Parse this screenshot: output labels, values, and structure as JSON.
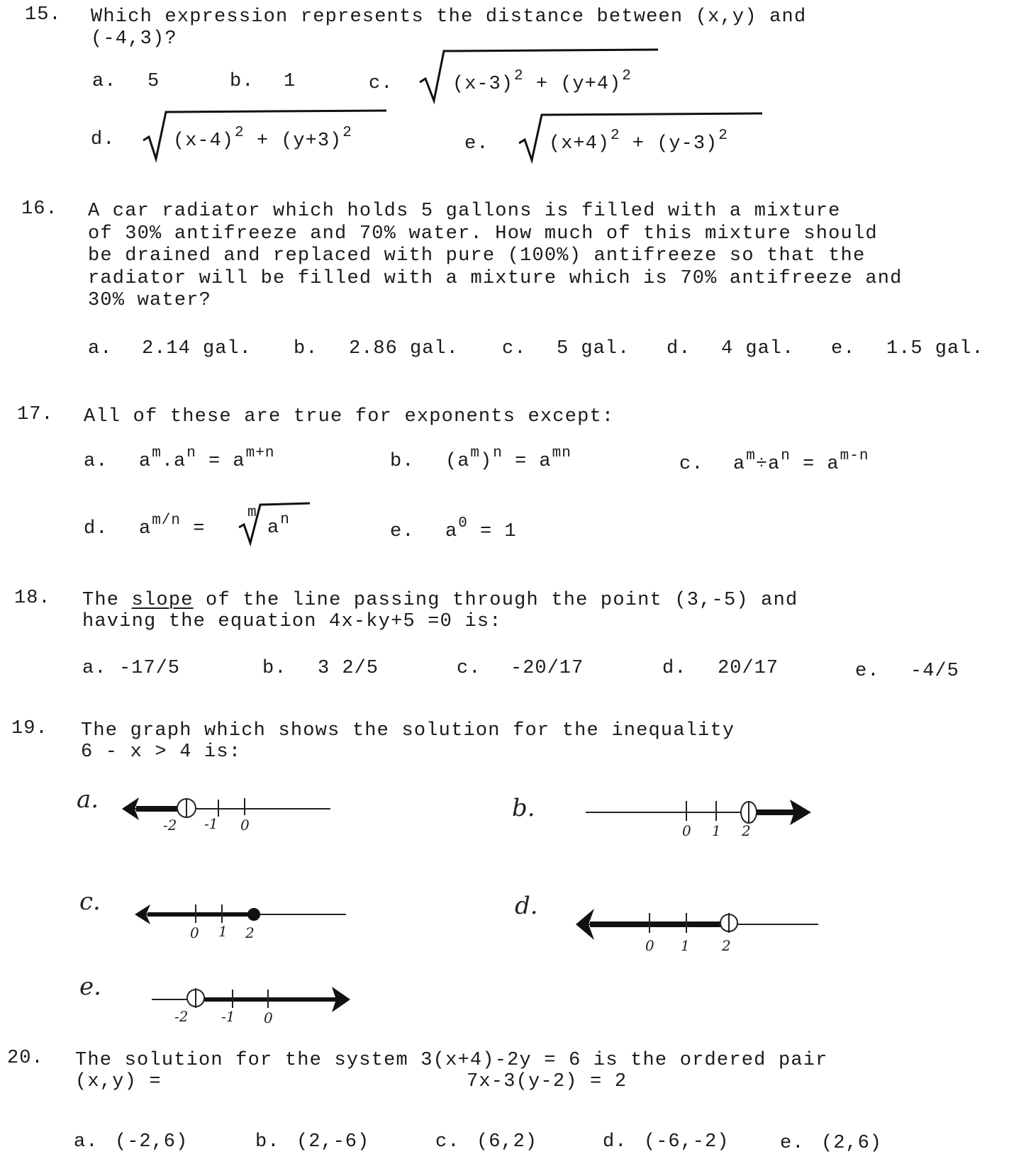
{
  "q15": {
    "number": "15.",
    "line1": "Which expression represents the distance between (x,y) and",
    "line2": "(-4,3)?",
    "a_label": "a.",
    "a_text": "5",
    "b_label": "b.",
    "b_text": "1",
    "c_label": "c.",
    "c_t1": "(x-3)",
    "c_e1": "2",
    "c_t2": " + (y+4)",
    "c_e2": "2",
    "d_label": "d.",
    "d_t1": "(x-4)",
    "d_e1": "2",
    "d_t2": " + (y+3)",
    "d_e2": "2",
    "e_label": "e.",
    "e_t1": "(x+4)",
    "e_e1": "2",
    "e_t2": " + (y-3)",
    "e_e2": "2"
  },
  "q16": {
    "number": "16.",
    "lines": [
      "A car radiator which holds 5 gallons is filled with a mixture",
      "of 30% antifreeze and 70% water.  How much of this mixture should",
      "be drained and replaced with pure (100%) antifreeze so that the",
      "radiator will be filled with a mixture which is 70% antifreeze and",
      "30% water?"
    ],
    "options": [
      {
        "label": "a.",
        "text": "2.14 gal."
      },
      {
        "label": "b.",
        "text": "2.86 gal."
      },
      {
        "label": "c.",
        "text": "5 gal."
      },
      {
        "label": "d.",
        "text": "4 gal."
      },
      {
        "label": "e.",
        "text": "1.5 gal."
      }
    ]
  },
  "q17": {
    "number": "17.",
    "line1": "All of these are true for exponents except:",
    "a_label": "a.",
    "a_b1": "a",
    "a_e1": "m",
    "a_mid": ".a",
    "a_e2": "n",
    "a_eq": " = a",
    "a_e3": "m+n",
    "b_label": "b.",
    "b_b1": "(a",
    "b_e1": "m",
    "b_mid": ")",
    "b_e2": "n",
    "b_eq": " = a",
    "b_e3": "mn",
    "c_label": "c.",
    "c_b1": "a",
    "c_e1": "m",
    "c_div": "÷",
    "c_mid": "a",
    "c_e2": "n",
    "c_eq": " = a",
    "c_e3": "m-n",
    "d_label": "d.",
    "d_b1": "a",
    "d_e1": "m/n",
    "d_eq": " =",
    "d_idx": "m",
    "d_rad": "a",
    "d_e2": "n",
    "e_label": "e.",
    "e_b1": "a",
    "e_e1": "0",
    "e_eq": " = 1"
  },
  "q18": {
    "number": "18.",
    "line1_pre": "The ",
    "line1_u": "slope",
    "line1_post": " of the line passing through the point (3,-5) and",
    "line2": "having the equation  4x-ky+5 =0 is:",
    "options": [
      {
        "label": "a.",
        "text": "-17/5"
      },
      {
        "label": "b.",
        "text": "3 2/5"
      },
      {
        "label": "c.",
        "text": "-20/17"
      },
      {
        "label": "d.",
        "text": "20/17"
      },
      {
        "label": "e.",
        "text": "-4/5"
      }
    ]
  },
  "q19": {
    "number": "19.",
    "line1": "The graph which shows the solution for the inequality",
    "line2": "6 - x > 4 is:",
    "a_label": "a.",
    "a_ticks": [
      "-2",
      "-1",
      "0"
    ],
    "b_label": "b.",
    "b_ticks": [
      "0",
      "1",
      "2"
    ],
    "c_label": "c.",
    "c_ticks": [
      "0",
      "1",
      "2"
    ],
    "d_label": "d.",
    "d_ticks": [
      "0",
      "1",
      "2"
    ],
    "e_label": "e.",
    "e_ticks": [
      "-2",
      "-1",
      "0"
    ]
  },
  "q20": {
    "number": "20.",
    "line1": "The solution for the system 3(x+4)-2y = 6 is the ordered pair",
    "line2a": "(x,y) =",
    "line2b": "7x-3(y-2) = 2",
    "options": [
      {
        "label": "a.",
        "text": "(-2,6)"
      },
      {
        "label": "b.",
        "text": "(2,-6)"
      },
      {
        "label": "c.",
        "text": "(6,2)"
      },
      {
        "label": "d.",
        "text": "(-6,-2)"
      },
      {
        "label": "e.",
        "text": "(2,6)"
      }
    ]
  }
}
